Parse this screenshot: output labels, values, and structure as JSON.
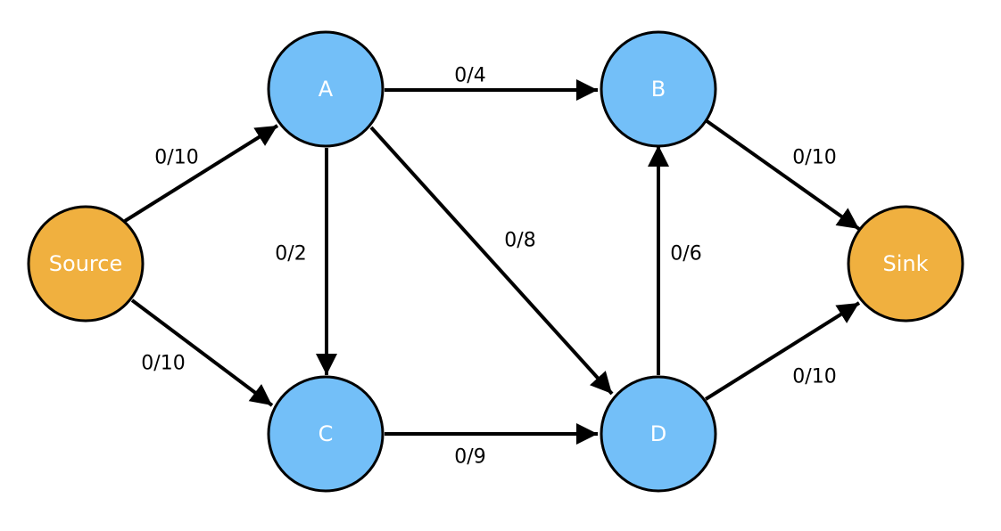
{
  "colors": {
    "terminal_node": "#F0B03F",
    "inner_node": "#73BFF8",
    "edge": "#000000",
    "node_text": "#FFFFFF"
  },
  "nodes": [
    {
      "id": "source",
      "label": "Source",
      "kind": "terminal"
    },
    {
      "id": "a",
      "label": "A",
      "kind": "inner"
    },
    {
      "id": "b",
      "label": "B",
      "kind": "inner"
    },
    {
      "id": "c",
      "label": "C",
      "kind": "inner"
    },
    {
      "id": "d",
      "label": "D",
      "kind": "inner"
    },
    {
      "id": "sink",
      "label": "Sink",
      "kind": "terminal"
    }
  ],
  "edges": [
    {
      "id": "source-a",
      "from": "source",
      "to": "a",
      "label": "0/10"
    },
    {
      "id": "source-c",
      "from": "source",
      "to": "c",
      "label": "0/10"
    },
    {
      "id": "a-b",
      "from": "a",
      "to": "b",
      "label": "0/4"
    },
    {
      "id": "a-c",
      "from": "a",
      "to": "c",
      "label": "0/2"
    },
    {
      "id": "a-d",
      "from": "a",
      "to": "d",
      "label": "0/8"
    },
    {
      "id": "c-d",
      "from": "c",
      "to": "d",
      "label": "0/9"
    },
    {
      "id": "d-b",
      "from": "d",
      "to": "b",
      "label": "0/6"
    },
    {
      "id": "b-sink",
      "from": "b",
      "to": "sink",
      "label": "0/10"
    },
    {
      "id": "d-sink",
      "from": "d",
      "to": "sink",
      "label": "0/10"
    }
  ]
}
